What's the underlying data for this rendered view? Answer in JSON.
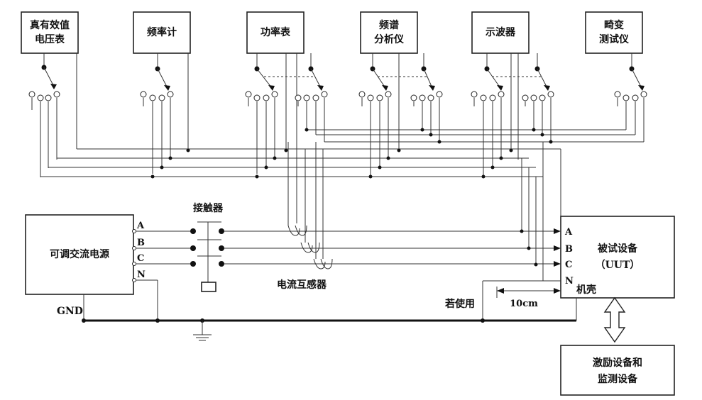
{
  "instruments": [
    {
      "line1": "真有效值",
      "line2": "电压表"
    },
    {
      "line1": "频率计",
      "line2": ""
    },
    {
      "line1": "功率表",
      "line2": ""
    },
    {
      "line1": "频谱",
      "line2": "分析仪"
    },
    {
      "line1": "示波器",
      "line2": ""
    },
    {
      "line1": "畸变",
      "line2": "测试仪"
    }
  ],
  "source": {
    "label": "可调交流电源",
    "phases": [
      "A",
      "B",
      "C",
      "N"
    ]
  },
  "contactor": {
    "label": "接触器"
  },
  "current_transformer": {
    "label": "电流互感器"
  },
  "uut": {
    "line1": "被试设备",
    "line2": "（UUT）",
    "terminals": [
      "A",
      "B",
      "C",
      "N"
    ],
    "chassis": "机壳"
  },
  "ground": {
    "label": "GND"
  },
  "optional_note": "若使用",
  "distance": "10cm",
  "excitation": {
    "line1": "激励设备和",
    "line2": "监测设备"
  }
}
